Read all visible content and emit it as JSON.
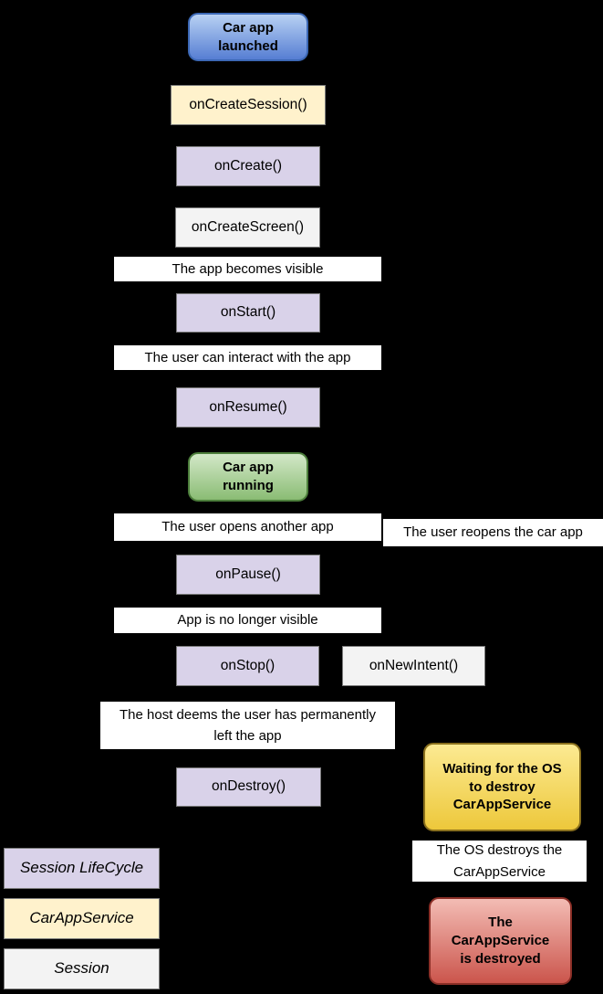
{
  "palette": {
    "background": "#000000",
    "session_lifecycle_fill": "#d9d2e9",
    "car_app_service_fill": "#fff2cc",
    "session_fill": "#f3f3f3",
    "annotation_fill": "#ffffff",
    "box_border_gray": "#7b7b7b",
    "state_blue_top": "#b8d1f3",
    "state_blue_bottom": "#567ed3",
    "state_blue_border": "#3c68b5",
    "state_green_top": "#d3e8c8",
    "state_green_bottom": "#8abc74",
    "state_green_border": "#4d7f3c",
    "state_yellow_top": "#fcea92",
    "state_yellow_bottom": "#edc83b",
    "state_yellow_border": "#8a701d",
    "state_red_top": "#f3bcb4",
    "state_red_bottom": "#cb554c",
    "state_red_border": "#8b2f27"
  },
  "nodes": [
    {
      "id": "car-app-launched",
      "kind": "state-blue",
      "label": "Car app\nlaunched"
    },
    {
      "id": "on-create-session",
      "kind": "car-app-service",
      "label": "onCreateSession()"
    },
    {
      "id": "on-create",
      "kind": "session-lifecycle",
      "label": "onCreate()"
    },
    {
      "id": "on-create-screen",
      "kind": "session",
      "label": "onCreateScreen()"
    },
    {
      "id": "app-becomes-visible",
      "kind": "annotation",
      "label": "The app becomes visible"
    },
    {
      "id": "on-start",
      "kind": "session-lifecycle",
      "label": "onStart()"
    },
    {
      "id": "user-can-interact",
      "kind": "annotation",
      "label": "The user can interact with the app"
    },
    {
      "id": "on-resume",
      "kind": "session-lifecycle",
      "label": "onResume()"
    },
    {
      "id": "car-app-running",
      "kind": "state-green",
      "label": "Car app\nrunning"
    },
    {
      "id": "user-opens-another-app",
      "kind": "annotation",
      "label": "The user opens another app"
    },
    {
      "id": "user-reopens-car-app",
      "kind": "annotation",
      "label": "The user reopens the car app"
    },
    {
      "id": "on-pause",
      "kind": "session-lifecycle",
      "label": "onPause()"
    },
    {
      "id": "app-no-longer-visible",
      "kind": "annotation",
      "label": "App is no longer visible"
    },
    {
      "id": "on-stop",
      "kind": "session-lifecycle",
      "label": "onStop()"
    },
    {
      "id": "on-new-intent",
      "kind": "session",
      "label": "onNewIntent()"
    },
    {
      "id": "host-deems-user-left",
      "kind": "annotation",
      "label": "The host deems the user has permanently\nleft the app"
    },
    {
      "id": "on-destroy",
      "kind": "session-lifecycle",
      "label": "onDestroy()"
    },
    {
      "id": "waiting-os-destroy",
      "kind": "state-yellow",
      "label": "Waiting for the OS\nto destroy\nCarAppService"
    },
    {
      "id": "os-destroys-carappservice",
      "kind": "annotation",
      "label": "The OS destroys the\nCarAppService"
    },
    {
      "id": "carappservice-destroyed",
      "kind": "state-red",
      "label": "The\nCarAppService\nis destroyed"
    }
  ],
  "legend": [
    {
      "id": "session-lifecycle",
      "label": "Session LifeCycle"
    },
    {
      "id": "car-app-service",
      "label": "CarAppService"
    },
    {
      "id": "session",
      "label": "Session"
    }
  ]
}
